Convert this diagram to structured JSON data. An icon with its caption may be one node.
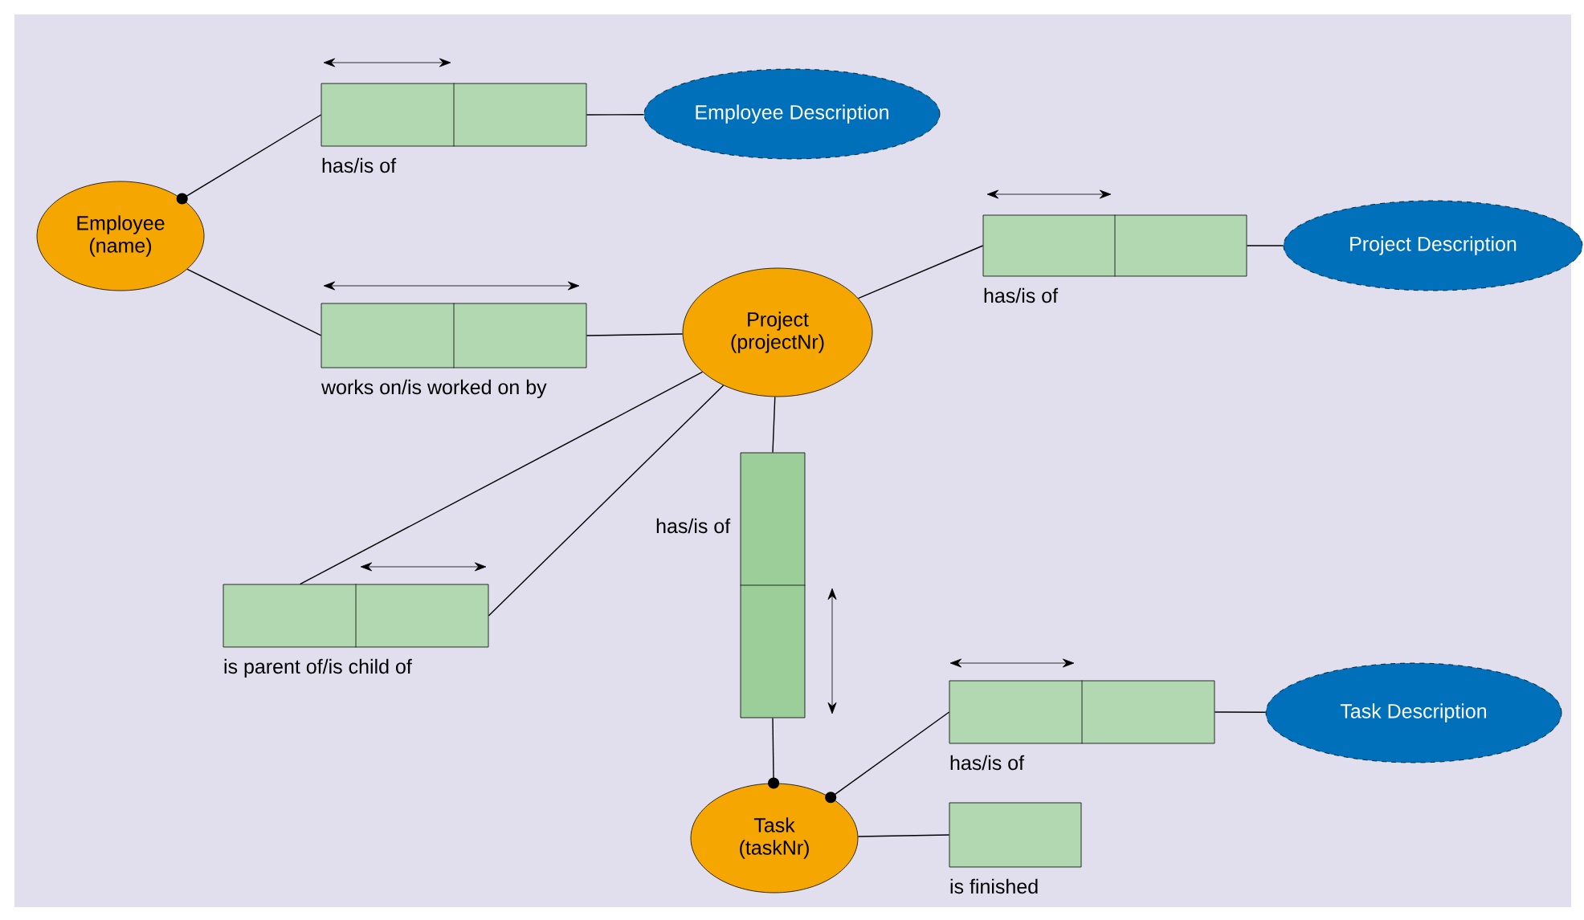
{
  "diagram": {
    "nodes": [
      {
        "text": [
          "Employee (name)"
        ]
      },
      {
        "text": [
          "Employee Description"
        ]
      },
      {
        "text": [
          "has/is of"
        ]
      },
      {
        "text": [
          "works on/is worked on by"
        ]
      },
      {
        "text": [
          "Project (projectNr)"
        ]
      },
      {
        "text": [
          "has/is of"
        ]
      },
      {
        "text": [
          "Project Description"
        ]
      },
      {
        "text": [
          "is parent of/is child of"
        ]
      },
      {
        "text": [
          "has/is of"
        ]
      },
      {
        "text": [
          "has/is of"
        ]
      },
      {
        "text": [
          "Task Description"
        ]
      },
      {
        "text": [
          "Task (taskNr)"
        ]
      },
      {
        "text": [
          "is finished"
        ]
      }
    ],
    "edges": [
      {
        "from": 0,
        "to": 2,
        "arrow": "other"
      },
      {
        "from": 2,
        "to": 1,
        "arrow": "none"
      },
      {
        "from": 0,
        "to": 3,
        "arrow": "none"
      },
      {
        "from": 3,
        "to": 4,
        "arrow": "none"
      },
      {
        "from": 4,
        "to": 5,
        "arrow": "none"
      },
      {
        "from": 5,
        "to": 6,
        "arrow": "none"
      },
      {
        "from": 4,
        "to": 7,
        "arrow": "none"
      },
      {
        "from": 4,
        "to": 7,
        "arrow": "none"
      },
      {
        "from": 4,
        "to": 8,
        "arrow": "none"
      },
      {
        "from": 11,
        "to": 8,
        "arrow": "other"
      },
      {
        "from": 11,
        "to": 9,
        "arrow": "other"
      },
      {
        "from": 9,
        "to": 10,
        "arrow": "none"
      },
      {
        "from": 11,
        "to": 12,
        "arrow": "none"
      }
    ]
  }
}
